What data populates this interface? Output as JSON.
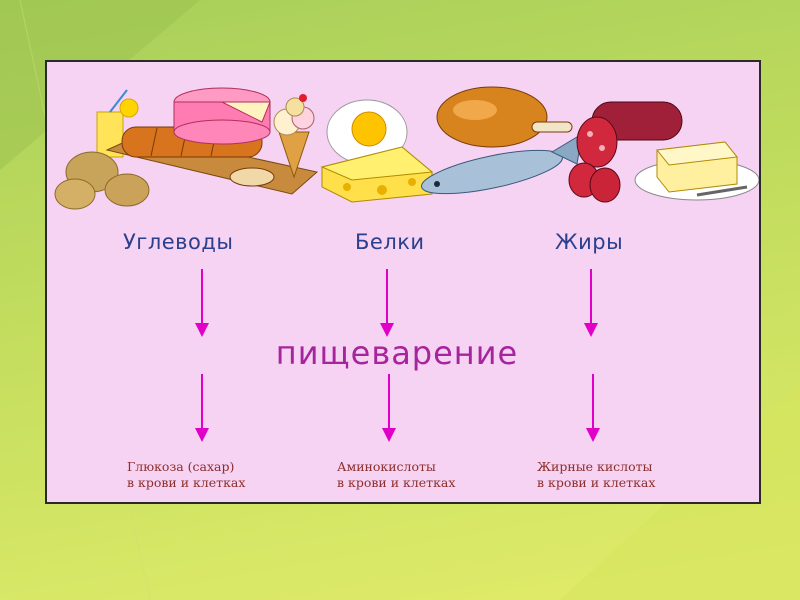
{
  "slide": {
    "categories": {
      "carbs": "Углеводы",
      "proteins": "Белки",
      "fats": "Жиры"
    },
    "process": "пищеварение",
    "results": {
      "carbs": {
        "line1": "Глюкоза (сахар)",
        "line2": "в крови и клетках"
      },
      "proteins": {
        "line1": "Аминокислоты",
        "line2": "в крови и клетках"
      },
      "fats": {
        "line1": "Жирные кислоты",
        "line2": "в крови и клетках"
      }
    },
    "colors": {
      "background": "#b8d75c",
      "panel": "#f6d2f3",
      "category_text": "#2b3f8c",
      "process_text": "#a6249c",
      "arrows": "#e000c8",
      "result_text": "#8c2e2a"
    },
    "icons": [
      "bread-icon",
      "potato-icon",
      "cake-icon",
      "ice-cream-icon",
      "egg-icon",
      "cheese-icon",
      "chicken-icon",
      "fish-icon",
      "sausage-icon",
      "butter-icon"
    ]
  }
}
